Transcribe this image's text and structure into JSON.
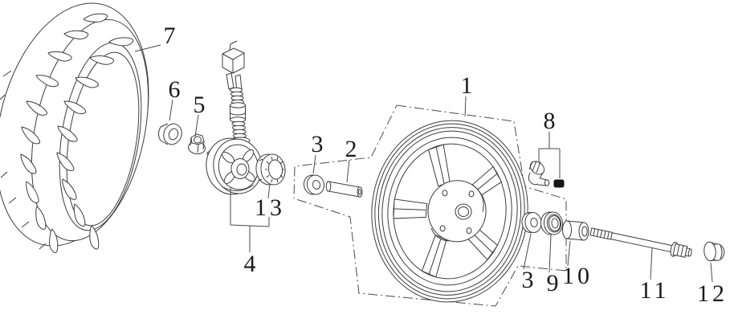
{
  "diagram": {
    "callouts": {
      "1": "1",
      "2": "2",
      "3a": "3",
      "3b": "3",
      "4": "4",
      "5": "5",
      "6": "6",
      "7": "7",
      "8": "8",
      "9": "9",
      "10": "10",
      "11": "11",
      "12": "12",
      "13": "13"
    },
    "colors": {
      "line": "#3c3c3c",
      "background": "#ffffff",
      "label": "#1a1a1a",
      "valve_cap_fill": "#161616"
    }
  }
}
